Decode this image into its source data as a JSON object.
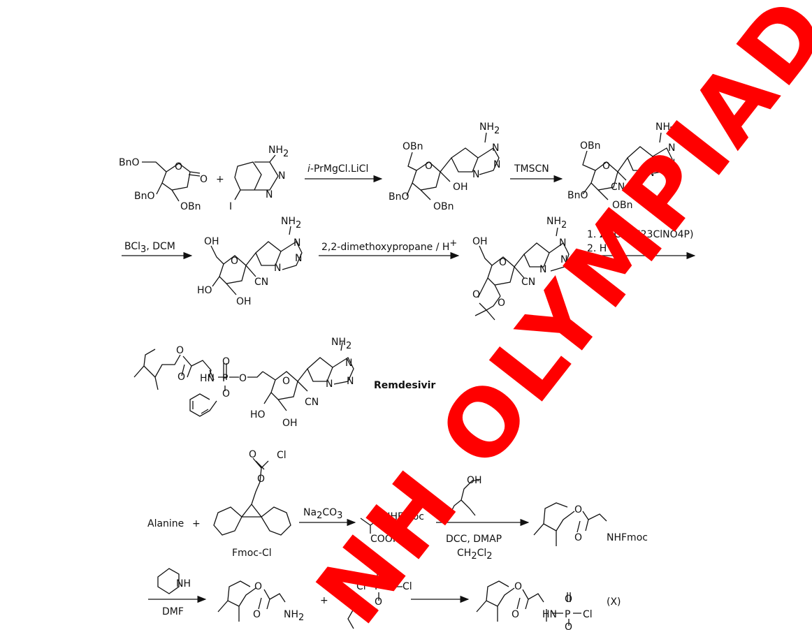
{
  "watermark": "NH OLYMPIAD",
  "row1": {
    "sm1_labels": [
      "BnO",
      "O",
      "O",
      "BnO",
      "OBn"
    ],
    "plus": "+",
    "sm2_labels": [
      "NH",
      "2",
      "N",
      "N",
      "I"
    ],
    "arrow1_reagent_italic": "i",
    "arrow1_reagent": "-PrMgCl.LiCl",
    "p1_labels": [
      "OBn",
      "O",
      "OH",
      "BnO",
      "OBn",
      "NH",
      "2",
      "N",
      "N",
      "N"
    ],
    "arrow2_reagent": "TMSCN",
    "p2_labels": [
      "OBn",
      "O",
      "CN",
      "BnO",
      "OBn",
      "NH",
      "2",
      "N",
      "N",
      "N"
    ]
  },
  "row2": {
    "arrow3_reagent": "BCl",
    "arrow3_sub": "3",
    "arrow3_tail": ", DCM",
    "p3_labels": [
      "OH",
      "O",
      "CN",
      "HO",
      "OH",
      "NH",
      "2",
      "N",
      "N",
      "N"
    ],
    "arrow4_reagent": "2,2-dimethoxypropane / H",
    "arrow4_sup": "+",
    "p4_labels": [
      "OH",
      "O",
      "CN",
      "O",
      "O",
      "NH",
      "2",
      "N",
      "N",
      "N"
    ],
    "arrow5_line1_prefix": "1. ",
    "arrow5_line1_bold": "X",
    "arrow5_line1_formula": " (C15H23ClNO4P)",
    "arrow5_line2": "2. H",
    "arrow5_line2_sup": "+"
  },
  "row3": {
    "product_name": "Remdesivir",
    "labels": [
      "O",
      "O",
      "HN",
      "P",
      "O",
      "O",
      "O",
      "O",
      "NH",
      "2",
      "N",
      "N",
      "N",
      "CN",
      "HO",
      "OH"
    ]
  },
  "row4": {
    "alanine": "Alanine",
    "plus": "+",
    "fmoc_cl": "Fmoc-Cl",
    "fmoc_labels": [
      "O",
      "Cl",
      "O"
    ],
    "arrow6_reagent": "Na",
    "arrow6_sub": "2",
    "arrow6_tail": "CO",
    "arrow6_sub2": "3",
    "p5_labels": [
      "NHFmoc",
      "COOH"
    ],
    "arrow7_above": "OH",
    "arrow7_below1": "DCC, DMAP",
    "arrow7_below2": "CH",
    "arrow7_below2_sub": "2",
    "arrow7_below2_mid": "Cl",
    "arrow7_below2_sub2": "2",
    "p6_labels": [
      "O",
      "O",
      "NHFmoc"
    ]
  },
  "row5": {
    "piperidine_nh": "NH",
    "arrow8_below": "DMF",
    "p7_labels": [
      "O",
      "O",
      "NH",
      "2"
    ],
    "plus": "+",
    "reagent_labels": [
      "O",
      "Cl",
      "P",
      "Cl",
      "O"
    ],
    "p8_labels": [
      "O",
      "O",
      "HN",
      "P",
      "Cl",
      "O",
      "O"
    ],
    "x_label": "(X)"
  }
}
